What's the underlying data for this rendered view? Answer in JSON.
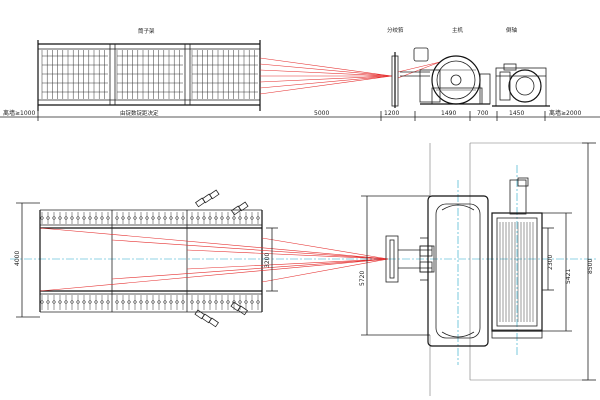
{
  "labels": {
    "creel": "筒子架",
    "reed": "分绞筘",
    "main_machine": "主机",
    "beaming": "倒轴",
    "creel_length_note": "由锭数锭距决定"
  },
  "dimensions": {
    "wall_left": "离墙≥1000",
    "d5000": "5000",
    "d1200": "1200",
    "d1490": "1490",
    "d700": "700",
    "d1450": "1450",
    "wall_right": "离墙≥2000",
    "width4000": "4000",
    "inner3200": "3200",
    "d5720": "5720",
    "d2300": "2300",
    "d5421": "5421",
    "d8500": "8500"
  },
  "colors": {
    "yarn_lines": "#e53030",
    "center_lines": "#22a7c9",
    "drawing": "#222222"
  }
}
